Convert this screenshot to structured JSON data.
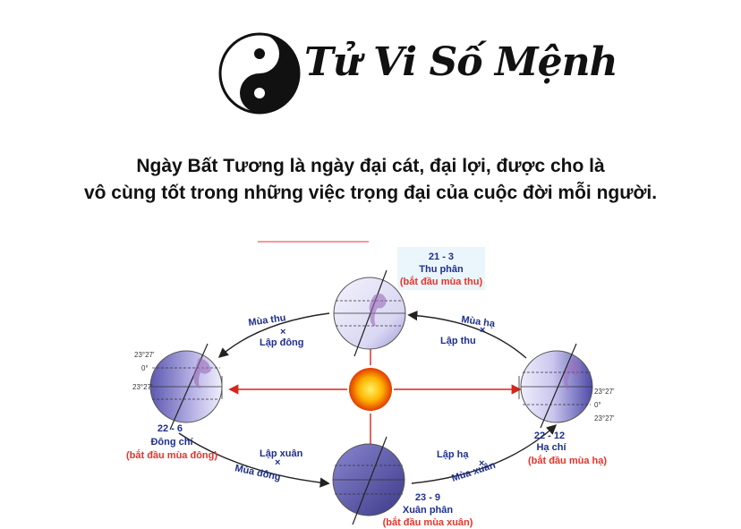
{
  "logo": {
    "text": "Tử Vi Số Mệnh",
    "icon": "yin-yang-icon"
  },
  "headline": {
    "line1": "Ngày Bất Tương là ngày đại cát, đại lợi, được cho là",
    "line2": "vô cùng tốt trong những việc trọng đại của cuộc đời mỗi người."
  },
  "diagram": {
    "top": {
      "date": "21 - 3",
      "name": "Thu phân",
      "note": "(bắt đầu mùa thu)"
    },
    "left": {
      "date": "22 - 6",
      "name": "Đông chí",
      "note": "(bắt đầu mùa đông)"
    },
    "right": {
      "date": "22 - 12",
      "name": "Hạ chí",
      "note": "(bắt đầu mùa hạ)"
    },
    "bottom": {
      "date": "23 - 9",
      "name": "Xuân phân",
      "note": "(bắt đầu mùa xuân)"
    },
    "arcs": {
      "upper_left_season": "Mùa thu",
      "upper_left_term": "Lập đông",
      "upper_right_season": "Mùa hạ",
      "upper_right_term": "Lập thu",
      "lower_left_season": "Mùa đông",
      "lower_left_term": "Lập xuân",
      "lower_right_season": "Mùa xuân",
      "lower_right_term": "Lập hạ"
    },
    "latitudes": {
      "tropic": "23°27'",
      "equator": "0°"
    },
    "colors": {
      "orbit_label": "#1f2f8f",
      "season_start": "#e8332a",
      "sun": "#ff8c00",
      "globe": "#6a68b8"
    }
  }
}
